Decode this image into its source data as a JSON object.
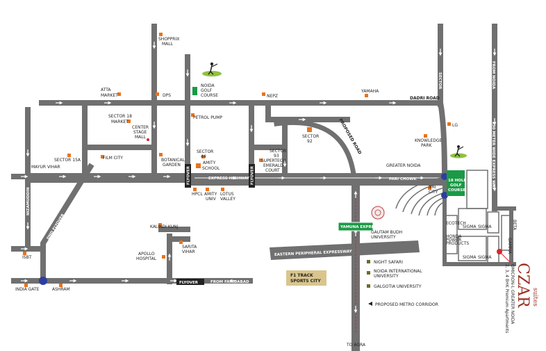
{
  "roads": {
    "expressway": "EXPRESS HIGHWAY",
    "dadri_road": "DADRI ROAD",
    "proposed_road": "PROPOSED ROAD",
    "dnd_flyover": "DND FLYOVER",
    "nizamuddin": "NIZAMUDDIN",
    "yamuna": "YAMUNA EXPRESSWAY",
    "eastern_peripheral": "EASTERN PERIPHERAL EXPRESSWAY",
    "from_noida": "FROM NOIDA",
    "meter_wide": "130 METER WIDE EXPRESS WAY",
    "from_faridabad": "FROM FARIDABAD",
    "to_agra": "TO AGRA",
    "pari_chowk": "PARI CHOWK",
    "greater_noida": "GREATER NOIDA",
    "flyover": "FLYOVER",
    "metro": "PROPOSED METRO CORRIDOR",
    "sector_v": "SECTOR",
    "ecotech": "ECOTECH"
  },
  "places": {
    "shopprix": "SHOPPRIX",
    "mall": "MALL",
    "atta": "ATTA",
    "market": "MARKET",
    "dps": "DPS",
    "noida": "NOIDA",
    "golf": "GOLF",
    "course": "COURSE",
    "nepz": "NEPZ",
    "yamaha": "YAMAHA",
    "lg": "LG",
    "sector18": "SECTOR 18",
    "center": "CENTER",
    "stage": "STAGE",
    "petrol": "PETROL PUMP",
    "sector92": "SECTOR",
    "n92": "92",
    "knowledge": "KNOWLEDGE",
    "park": "PARK",
    "mayur": "MAYUR VIHAR",
    "sector15a": "SECTOR 15A",
    "filmcity": "FILM CITY",
    "botanical": "BOTANICAL",
    "garden": "GARDEN",
    "sector44": "SECTOR",
    "n44": "44",
    "amity": "AMITY",
    "school": "SCHOOL",
    "sector93": "SECTOR",
    "n93": "93",
    "supertech": "SUPERTECH",
    "emerald": "EMERALD",
    "court": "COURT",
    "hpcl": "HPCL",
    "amity2": "AMITY",
    "univ": "UNIV",
    "lotus": "LOTUS",
    "valley": "VALLEY",
    "nri": "NRI",
    "city": "CITY",
    "hole18": "18 HOLE",
    "golf2": "GOLF",
    "course2": "COURSE",
    "gautam": "GAUTAM BUDH",
    "university": "UNIVERSITY",
    "kalindi": "KALINDI KUNJ",
    "sarita": "SARITA",
    "vihar": "VIHAR",
    "apollo": "APOLLO",
    "hospital": "HOSPITAL",
    "isbt": "ISBT",
    "india_gate": "INDIA GATE",
    "ashram": "ASHRAM",
    "f1": "F1 TRACK",
    "sports": "SPORTS CITY",
    "night_safari": "NIGHT SAFARI",
    "nois": "NOIDA INTERNATIONAL",
    "nois2": "UNIVERSITY",
    "galgotia": "GALGOTIA UNIVERSITY",
    "omicron": "OMICRON-I, GREATER NOIDA",
    "apartments": "2, 3, 4 BHK Premium Apartments",
    "brand": "CZAR",
    "suites": "suites",
    "honda": "HONDA",
    "honda2": "POWER",
    "honda3": "PRODUCTS",
    "sigma1": "SIGMA",
    "sigma2": "SIGMA",
    "sigma3": "SIGMA",
    "sigma4": "SIGMA",
    "gamma": "GAMMA",
    "beta": "BETA"
  },
  "colors": {
    "road": "#707070",
    "poi": "#e8731e",
    "green": "#1a9a46",
    "junction": "#2e3ea0",
    "label_box": "#d9c58c",
    "brand": "#9b3324"
  }
}
